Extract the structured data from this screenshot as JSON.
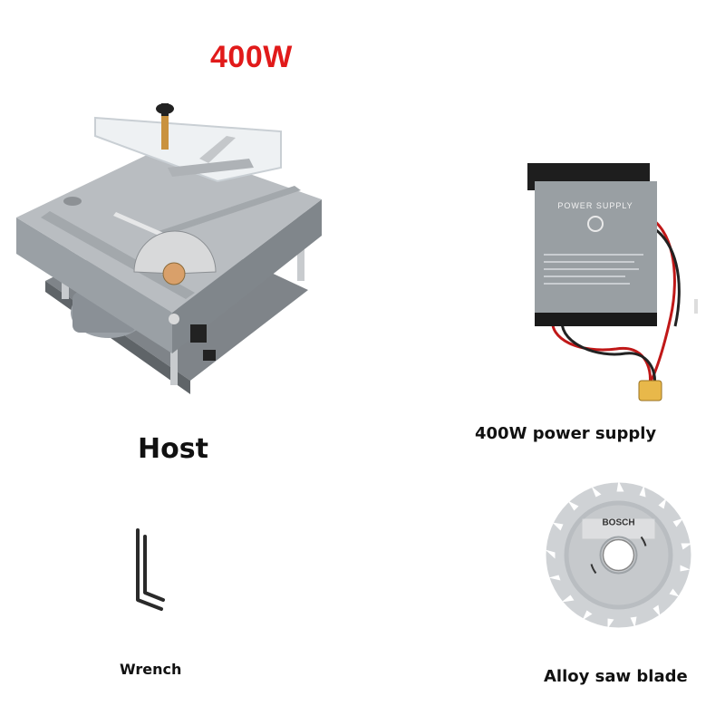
{
  "headline": "400W",
  "items": {
    "host": {
      "caption": "Host"
    },
    "power_supply": {
      "caption": "400W power supply",
      "label": "POWER SUPPLY"
    },
    "wrench": {
      "caption": "Wrench"
    },
    "saw_blade": {
      "caption": "Alloy saw blade",
      "brand": "BOSCH"
    }
  },
  "colors": {
    "headline": "#e11a1a",
    "caption": "#111111"
  }
}
